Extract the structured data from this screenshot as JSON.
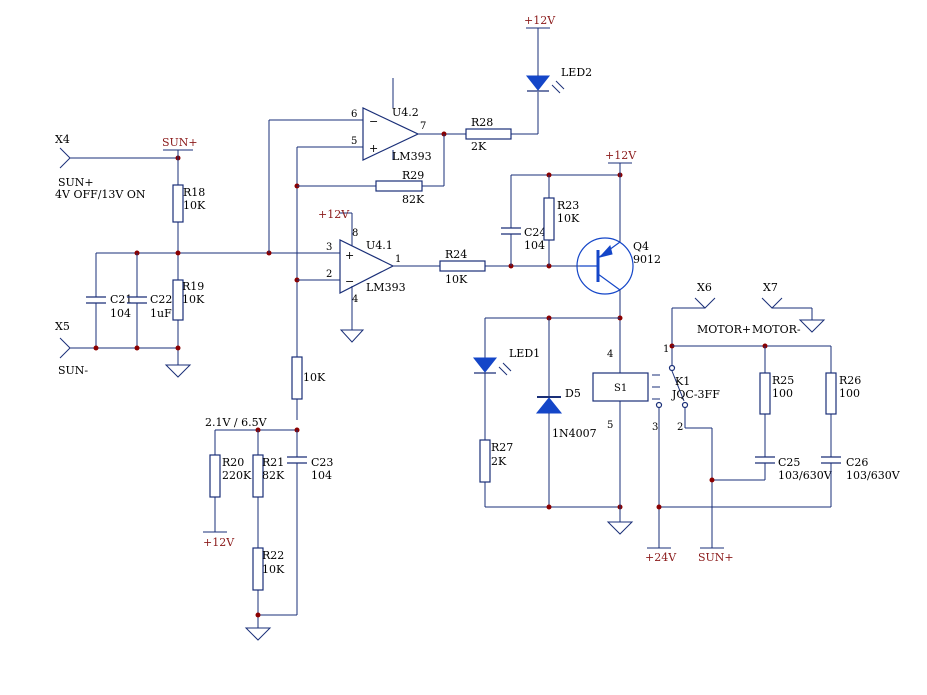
{
  "labels": {
    "x4": "X4",
    "x4_sig": "SUN+",
    "x4_note": "4V OFF/13V ON",
    "x5": "X5",
    "x5_sig": "SUN-",
    "x6": "X6",
    "x6_sig": "MOTOR+",
    "x7": "X7",
    "x7_sig": "MOTOR-",
    "sun_plus_top": "SUN+",
    "sun_plus_bottom": "SUN+",
    "v12_top": "+12V",
    "v12_q4": "+12V",
    "v12_u41": "+12V",
    "v12_r20": "+12V",
    "v24": "+24V",
    "threshold": "2.1V / 6.5V"
  },
  "components": {
    "r18": {
      "ref": "R18",
      "val": "10K"
    },
    "r19": {
      "ref": "R19",
      "val": "10K"
    },
    "c21": {
      "ref": "C21",
      "val": "104"
    },
    "c22": {
      "ref": "C22",
      "val": "1uF"
    },
    "r10k": {
      "val": "10K"
    },
    "r20": {
      "ref": "R20",
      "val": "220K"
    },
    "r21": {
      "ref": "R21",
      "val": "82K"
    },
    "r22": {
      "ref": "R22",
      "val": "10K"
    },
    "c23": {
      "ref": "C23",
      "val": "104"
    },
    "u42": {
      "ref": "U4.2",
      "part": "LM393"
    },
    "u41": {
      "ref": "U4.1",
      "part": "LM393"
    },
    "r28": {
      "ref": "R28",
      "val": "2K"
    },
    "r29": {
      "ref": "R29",
      "val": "82K"
    },
    "r24": {
      "ref": "R24",
      "val": "10K"
    },
    "r23": {
      "ref": "R23",
      "val": "10K"
    },
    "c24": {
      "ref": "C24",
      "val": "104"
    },
    "q4": {
      "ref": "Q4",
      "part": "9012"
    },
    "led2": {
      "ref": "LED2"
    },
    "led1": {
      "ref": "LED1"
    },
    "d5": {
      "ref": "D5",
      "part": "1N4007"
    },
    "r27": {
      "ref": "R27",
      "val": "2K"
    },
    "k1": {
      "ref": "K1",
      "part": "JQC-3FF"
    },
    "r25": {
      "ref": "R25",
      "val": "100"
    },
    "r26": {
      "ref": "R26",
      "val": "100"
    },
    "c25": {
      "ref": "C25",
      "val": "103/630V"
    },
    "c26": {
      "ref": "C26",
      "val": "103/630V"
    }
  },
  "pins": {
    "u42_6": "6",
    "u42_5": "5",
    "u42_7": "7",
    "u41_3": "3",
    "u41_2": "2",
    "u41_1": "1",
    "u41_8": "8",
    "u41_4": "4",
    "k1_4": "4",
    "k1_5": "5",
    "k1_1": "1",
    "k1_2": "2",
    "k1_3": "3",
    "relay_body": "S1"
  },
  "signs": {
    "minus": "−",
    "plus": "+"
  }
}
